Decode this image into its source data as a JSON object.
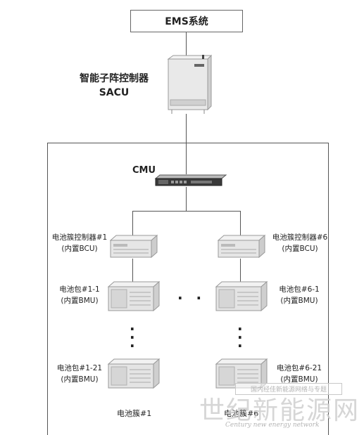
{
  "ems": {
    "label": "EMS系统"
  },
  "sacu": {
    "label_line1": "智能子阵控制器",
    "label_line2": "SACU"
  },
  "cmu": {
    "label": "CMU"
  },
  "bcu_left": {
    "line1": "电池簇控制器#1",
    "line2": "(内置BCU)"
  },
  "bcu_right": {
    "line1": "电池簇控制器#6",
    "line2": "(内置BCU)"
  },
  "pack_top_left": {
    "line1": "电池包#1-1",
    "line2": "(内置BMU)"
  },
  "pack_top_right": {
    "line1": "电池包#6-1",
    "line2": "(内置BMU)"
  },
  "pack_bottom_left": {
    "line1": "电池包#1-21",
    "line2": "(内置BMU)"
  },
  "pack_bottom_right": {
    "line1": "电池包#6-21",
    "line2": "(内置BMU)"
  },
  "cluster_left": {
    "label": "电池簇#1"
  },
  "cluster_right": {
    "label": "电池簇#6"
  },
  "ellipsis_h": "· · ·",
  "watermark": {
    "box_text": "国内经佳新能源网络与专题",
    "big_text": "世纪新能源网",
    "english": "Century new energy network"
  },
  "colors": {
    "line": "#555555",
    "device": "#e6e6e6",
    "device_dark": "#9a9a9a"
  },
  "icons": [
    "controller-box-icon",
    "rack-switch-icon",
    "bcu-chassis-icon",
    "battery-pack-icon"
  ]
}
